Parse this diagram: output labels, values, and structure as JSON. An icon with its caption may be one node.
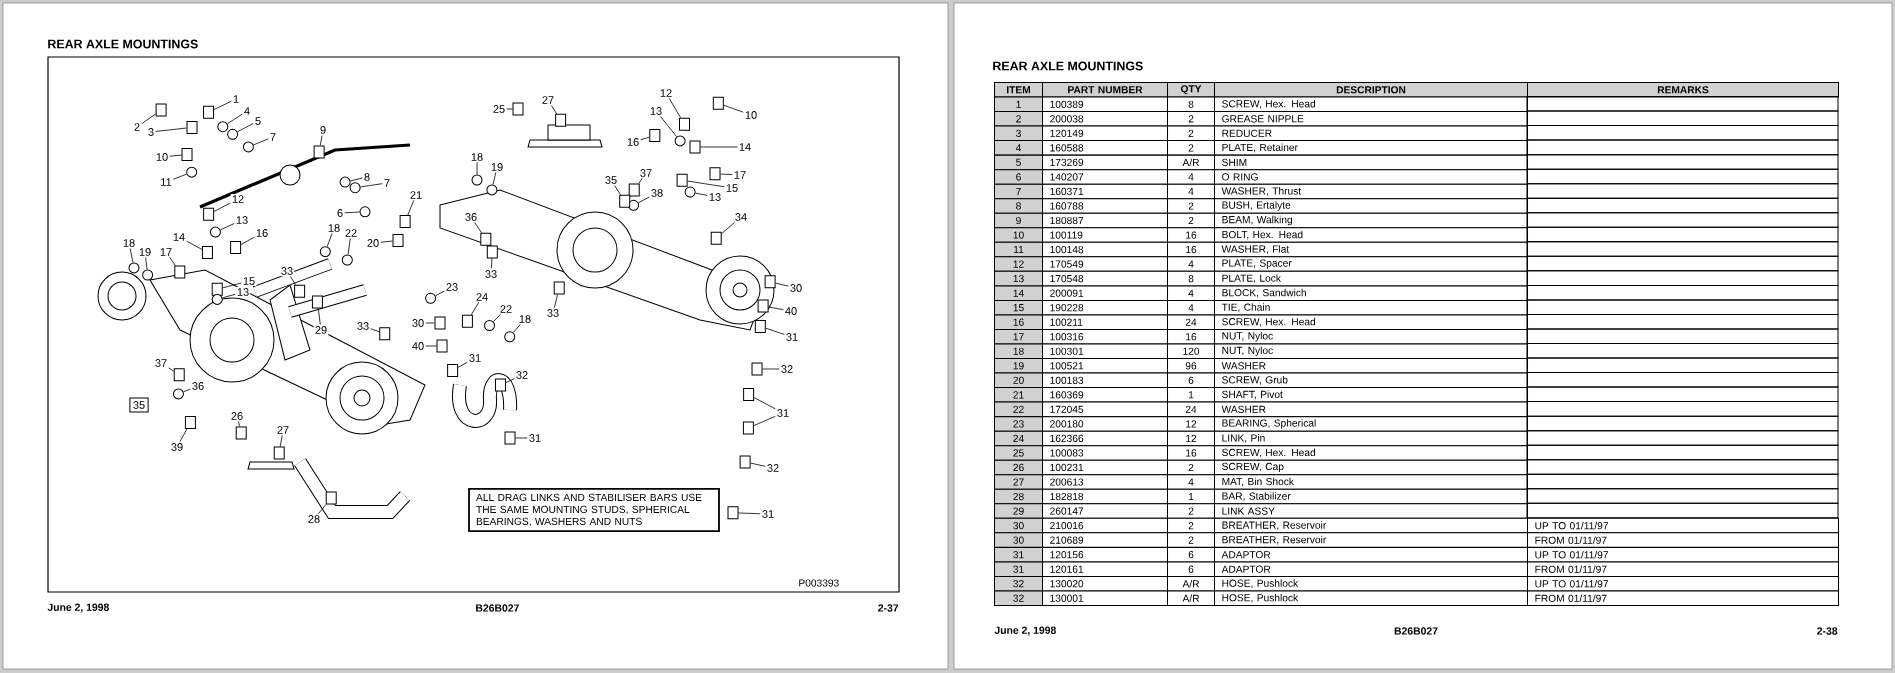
{
  "diagram": {
    "title": "REAR AXLE MOUNTINGS",
    "nodes": [
      {
        "text": [
          "1"
        ]
      },
      {
        "text": [
          "2"
        ]
      },
      {
        "text": [
          "3"
        ]
      },
      {
        "text": [
          "4"
        ]
      },
      {
        "text": [
          "5"
        ]
      },
      {
        "text": [
          "7"
        ]
      },
      {
        "text": [
          "9"
        ]
      },
      {
        "text": [
          "10"
        ]
      },
      {
        "text": [
          "11"
        ]
      },
      {
        "text": [
          "12"
        ]
      },
      {
        "text": [
          "13"
        ]
      },
      {
        "text": [
          "14"
        ]
      },
      {
        "text": [
          "16"
        ]
      },
      {
        "text": [
          "17"
        ]
      },
      {
        "text": [
          "18"
        ]
      },
      {
        "text": [
          "19"
        ]
      },
      {
        "text": [
          "15"
        ]
      },
      {
        "text": [
          "13"
        ]
      },
      {
        "text": [
          "8"
        ]
      },
      {
        "text": [
          "7"
        ]
      },
      {
        "text": [
          "6"
        ]
      },
      {
        "text": [
          "21"
        ]
      },
      {
        "text": [
          "20"
        ]
      },
      {
        "text": [
          "18"
        ]
      },
      {
        "text": [
          "22"
        ]
      },
      {
        "text": [
          "33"
        ]
      },
      {
        "text": [
          "29"
        ]
      },
      {
        "text": [
          "33"
        ]
      },
      {
        "text": [
          "23"
        ]
      },
      {
        "text": [
          "24"
        ]
      },
      {
        "text": [
          "22"
        ]
      },
      {
        "text": [
          "18"
        ]
      },
      {
        "text": [
          "30"
        ]
      },
      {
        "text": [
          "40"
        ]
      },
      {
        "text": [
          "31"
        ]
      },
      {
        "text": [
          "32"
        ]
      },
      {
        "text": [
          "31"
        ]
      },
      {
        "text": [
          "37"
        ]
      },
      {
        "text": [
          "36"
        ]
      },
      {
        "text": [
          "39"
        ]
      },
      {
        "text": [
          "26"
        ]
      },
      {
        "text": [
          "27"
        ]
      },
      {
        "text": [
          "28"
        ]
      },
      {
        "text": [
          "25"
        ]
      },
      {
        "text": [
          "27"
        ]
      },
      {
        "text": [
          "18"
        ]
      },
      {
        "text": [
          "19"
        ]
      },
      {
        "text": [
          "36"
        ]
      },
      {
        "text": [
          "33"
        ]
      },
      {
        "text": [
          "12"
        ]
      },
      {
        "text": [
          "13"
        ]
      },
      {
        "text": [
          "10"
        ]
      },
      {
        "text": [
          "16"
        ]
      },
      {
        "text": [
          "14"
        ]
      },
      {
        "text": [
          "17"
        ]
      },
      {
        "text": [
          "15"
        ]
      },
      {
        "text": [
          "13"
        ]
      },
      {
        "text": [
          "37"
        ]
      },
      {
        "text": [
          "38"
        ]
      },
      {
        "text": [
          "35"
        ]
      },
      {
        "text": [
          "34"
        ]
      },
      {
        "text": [
          "33"
        ]
      },
      {
        "text": [
          "30"
        ]
      },
      {
        "text": [
          "40"
        ]
      },
      {
        "text": [
          "31"
        ]
      },
      {
        "text": [
          "32"
        ]
      },
      {
        "text": [
          "31"
        ]
      },
      {
        "text": [
          "32"
        ]
      },
      {
        "text": [
          "31"
        ]
      },
      {
        "text": [
          "35"
        ]
      },
      {
        "text": [
          "ALL DRAG LINKS AND STABILISER BARS USE THE SAME MOUNTING STUDS, SPHERICAL BEARINGS, WASHERS AND NUTS"
        ]
      },
      {
        "text": [],
        "shape": "box"
      },
      {
        "text": [],
        "shape": "box"
      },
      {
        "text": [],
        "shape": "box"
      },
      {
        "text": [],
        "shape": "circle"
      },
      {
        "text": [],
        "shape": "circle"
      },
      {
        "text": [],
        "shape": "circle"
      },
      {
        "text": [],
        "shape": "box"
      },
      {
        "text": [],
        "shape": "box"
      },
      {
        "text": [],
        "shape": "circle"
      },
      {
        "text": [],
        "shape": "box"
      },
      {
        "text": [],
        "shape": "circle"
      },
      {
        "text": [],
        "shape": "box"
      },
      {
        "text": [],
        "shape": "box"
      },
      {
        "text": [],
        "shape": "box"
      },
      {
        "text": [],
        "shape": "circle"
      },
      {
        "text": [],
        "shape": "circle"
      },
      {
        "text": [],
        "shape": "box"
      },
      {
        "text": [],
        "shape": "circle"
      },
      {
        "text": [],
        "shape": "circle"
      },
      {
        "text": [],
        "shape": "circle"
      },
      {
        "text": [],
        "shape": "circle"
      },
      {
        "text": [],
        "shape": "box"
      },
      {
        "text": [],
        "shape": "box"
      },
      {
        "text": [],
        "shape": "circle"
      },
      {
        "text": [],
        "shape": "circle"
      },
      {
        "text": [],
        "shape": "box"
      },
      {
        "text": [],
        "shape": "box"
      },
      {
        "text": [],
        "shape": "box"
      },
      {
        "text": [],
        "shape": "circle"
      },
      {
        "text": [],
        "shape": "box"
      },
      {
        "text": [],
        "shape": "circle"
      },
      {
        "text": [],
        "shape": "circle"
      },
      {
        "text": [],
        "shape": "box"
      },
      {
        "text": [],
        "shape": "box"
      },
      {
        "text": [],
        "shape": "box"
      },
      {
        "text": [],
        "shape": "box"
      },
      {
        "text": [],
        "shape": "box"
      },
      {
        "text": [],
        "shape": "box"
      },
      {
        "text": [],
        "shape": "circle"
      },
      {
        "text": [],
        "shape": "box"
      },
      {
        "text": [],
        "shape": "box"
      },
      {
        "text": [],
        "shape": "box"
      },
      {
        "text": [],
        "shape": "box"
      },
      {
        "text": [],
        "shape": "box"
      },
      {
        "text": [],
        "shape": "box"
      },
      {
        "text": [],
        "shape": "circle"
      },
      {
        "text": [],
        "shape": "circle"
      },
      {
        "text": [],
        "shape": "box"
      },
      {
        "text": [],
        "shape": "box"
      },
      {
        "text": [],
        "shape": "box"
      },
      {
        "text": [],
        "shape": "circle"
      },
      {
        "text": [],
        "shape": "box"
      },
      {
        "text": [],
        "shape": "box"
      },
      {
        "text": [],
        "shape": "box"
      },
      {
        "text": [],
        "shape": "box"
      },
      {
        "text": [],
        "shape": "box"
      },
      {
        "text": [],
        "shape": "circle"
      },
      {
        "text": [],
        "shape": "box"
      },
      {
        "text": [],
        "shape": "circle"
      },
      {
        "text": [],
        "shape": "box"
      },
      {
        "text": [],
        "shape": "box"
      },
      {
        "text": [],
        "shape": "box"
      },
      {
        "text": [],
        "shape": "box"
      },
      {
        "text": [],
        "shape": "box"
      },
      {
        "text": [],
        "shape": "box"
      },
      {
        "text": [],
        "shape": "box"
      },
      {
        "text": [],
        "shape": "box"
      },
      {
        "text": [],
        "shape": "box"
      },
      {
        "text": [],
        "shape": "box"
      },
      {
        "text": [],
        "shape": "box"
      }
    ],
    "edges": [
      {
        "from": 0,
        "to": 71,
        "arrow": "none"
      },
      {
        "from": 1,
        "to": 72,
        "arrow": "none"
      },
      {
        "from": 2,
        "to": 73,
        "arrow": "none"
      },
      {
        "from": 3,
        "to": 74,
        "arrow": "none"
      },
      {
        "from": 4,
        "to": 75,
        "arrow": "none"
      },
      {
        "from": 5,
        "to": 76,
        "arrow": "none"
      },
      {
        "from": 6,
        "to": 77,
        "arrow": "none"
      },
      {
        "from": 7,
        "to": 78,
        "arrow": "none"
      },
      {
        "from": 8,
        "to": 79,
        "arrow": "none"
      },
      {
        "from": 9,
        "to": 80,
        "arrow": "none"
      },
      {
        "from": 10,
        "to": 81,
        "arrow": "none"
      },
      {
        "from": 11,
        "to": 82,
        "arrow": "none"
      },
      {
        "from": 12,
        "to": 83,
        "arrow": "none"
      },
      {
        "from": 13,
        "to": 84,
        "arrow": "none"
      },
      {
        "from": 14,
        "to": 85,
        "arrow": "none"
      },
      {
        "from": 15,
        "to": 86,
        "arrow": "none"
      },
      {
        "from": 16,
        "to": 87,
        "arrow": "none"
      },
      {
        "from": 17,
        "to": 88,
        "arrow": "none"
      },
      {
        "from": 18,
        "to": 89,
        "arrow": "none"
      },
      {
        "from": 19,
        "to": 90,
        "arrow": "none"
      },
      {
        "from": 20,
        "to": 91,
        "arrow": "none"
      },
      {
        "from": 21,
        "to": 92,
        "arrow": "none"
      },
      {
        "from": 22,
        "to": 93,
        "arrow": "none"
      },
      {
        "from": 23,
        "to": 94,
        "arrow": "none"
      },
      {
        "from": 24,
        "to": 95,
        "arrow": "none"
      },
      {
        "from": 25,
        "to": 96,
        "arrow": "none"
      },
      {
        "from": 26,
        "to": 97,
        "arrow": "none"
      },
      {
        "from": 27,
        "to": 98,
        "arrow": "none"
      },
      {
        "from": 28,
        "to": 99,
        "arrow": "none"
      },
      {
        "from": 29,
        "to": 100,
        "arrow": "none"
      },
      {
        "from": 30,
        "to": 101,
        "arrow": "none"
      },
      {
        "from": 31,
        "to": 102,
        "arrow": "none"
      },
      {
        "from": 32,
        "to": 103,
        "arrow": "none"
      },
      {
        "from": 33,
        "to": 104,
        "arrow": "none"
      },
      {
        "from": 34,
        "to": 105,
        "arrow": "none"
      },
      {
        "from": 35,
        "to": 106,
        "arrow": "none"
      },
      {
        "from": 36,
        "to": 107,
        "arrow": "none"
      },
      {
        "from": 37,
        "to": 108,
        "arrow": "none"
      },
      {
        "from": 38,
        "to": 109,
        "arrow": "none"
      },
      {
        "from": 39,
        "to": 110,
        "arrow": "none"
      },
      {
        "from": 40,
        "to": 111,
        "arrow": "none"
      },
      {
        "from": 41,
        "to": 112,
        "arrow": "none"
      },
      {
        "from": 42,
        "to": 113,
        "arrow": "none"
      },
      {
        "from": 43,
        "to": 114,
        "arrow": "none"
      },
      {
        "from": 44,
        "to": 115,
        "arrow": "none"
      },
      {
        "from": 45,
        "to": 116,
        "arrow": "none"
      },
      {
        "from": 46,
        "to": 117,
        "arrow": "none"
      },
      {
        "from": 47,
        "to": 118,
        "arrow": "none"
      },
      {
        "from": 48,
        "to": 119,
        "arrow": "none"
      },
      {
        "from": 49,
        "to": 120,
        "arrow": "none"
      },
      {
        "from": 50,
        "to": 121,
        "arrow": "none"
      },
      {
        "from": 51,
        "to": 122,
        "arrow": "none"
      },
      {
        "from": 52,
        "to": 123,
        "arrow": "none"
      },
      {
        "from": 53,
        "to": 124,
        "arrow": "none"
      },
      {
        "from": 54,
        "to": 125,
        "arrow": "none"
      },
      {
        "from": 55,
        "to": 126,
        "arrow": "none"
      },
      {
        "from": 56,
        "to": 127,
        "arrow": "none"
      },
      {
        "from": 57,
        "to": 128,
        "arrow": "none"
      },
      {
        "from": 58,
        "to": 129,
        "arrow": "none"
      },
      {
        "from": 59,
        "to": 130,
        "arrow": "none"
      },
      {
        "from": 60,
        "to": 131,
        "arrow": "none"
      },
      {
        "from": 61,
        "to": 132,
        "arrow": "none"
      },
      {
        "from": 62,
        "to": 133,
        "arrow": "none"
      },
      {
        "from": 63,
        "to": 134,
        "arrow": "none"
      },
      {
        "from": 64,
        "to": 135,
        "arrow": "none"
      },
      {
        "from": 65,
        "to": 136,
        "arrow": "none"
      },
      {
        "from": 66,
        "to": 137,
        "arrow": "none"
      },
      {
        "from": 66,
        "to": 138,
        "arrow": "none"
      },
      {
        "from": 67,
        "to": 139,
        "arrow": "none"
      },
      {
        "from": 68,
        "to": 140,
        "arrow": "none"
      }
    ],
    "labels": [
      "P003393",
      "June 2, 1998",
      "B26B027",
      "2-37",
      "REAR AXLE MOUNTINGS",
      "ITEM",
      "PART NUMBER",
      "QTY",
      "DESCRIPTION",
      "REMARKS",
      "1",
      "100389",
      "8",
      "SCREW, Hex. Head",
      "2",
      "200038",
      "2",
      "GREASE NIPPLE",
      "3",
      "120149",
      "2",
      "REDUCER",
      "4",
      "160588",
      "2",
      "PLATE, Retainer",
      "5",
      "173269",
      "A/R",
      "SHIM",
      "6",
      "140207",
      "4",
      "O RING",
      "7",
      "160371",
      "4",
      "WASHER, Thrust",
      "8",
      "160788",
      "2",
      "BUSH, Ertalyte",
      "9",
      "180887",
      "2",
      "BEAM, Walking",
      "10",
      "100119",
      "16",
      "BOLT, Hex. Head",
      "11",
      "100148",
      "16",
      "WASHER, Flat",
      "12",
      "170549",
      "4",
      "PLATE, Spacer",
      "13",
      "170548",
      "8",
      "PLATE, Lock",
      "14",
      "200091",
      "4",
      "BLOCK, Sandwich",
      "15",
      "190228",
      "4",
      "TIE, Chain",
      "16",
      "100211",
      "24",
      "SCREW, Hex. Head",
      "17",
      "100316",
      "16",
      "NUT, Nyloc",
      "18",
      "100301",
      "120",
      "NUT, Nyloc",
      "19",
      "100521",
      "96",
      "WASHER",
      "20",
      "100183",
      "6",
      "SCREW, Grub",
      "21",
      "160369",
      "1",
      "SHAFT, Pivot",
      "22",
      "172045",
      "24",
      "WASHER",
      "23",
      "200180",
      "12",
      "BEARING, Spherical",
      "24",
      "162366",
      "12",
      "LINK, Pin",
      "25",
      "100083",
      "16",
      "SCREW, Hex. Head",
      "26",
      "100231",
      "2",
      "SCREW, Cap",
      "27",
      "200613",
      "4",
      "MAT, Bin Shock",
      "28",
      "182818",
      "1",
      "BAR, Stabilizer",
      "29",
      "260147",
      "2",
      "LINK ASSY",
      "30",
      "210016",
      "2",
      "BREATHER, Reservoir",
      "UP TO 01/11/97",
      "30",
      "210689",
      "2",
      "BREATHER, Reservoir",
      "FROM 01/11/97",
      "31",
      "120156",
      "6",
      "ADAPTOR",
      "UP TO 01/11/97",
      "31",
      "120161",
      "6",
      "ADAPTOR",
      "FROM 01/11/97",
      "32",
      "130020",
      "A/R",
      "HOSE, Pushlock",
      "UP TO 01/11/97",
      "32",
      "130001",
      "A/R",
      "HOSE, Pushlock",
      "FROM 01/11/97",
      "June 2, 1998",
      "B26B027",
      "2-38"
    ]
  }
}
